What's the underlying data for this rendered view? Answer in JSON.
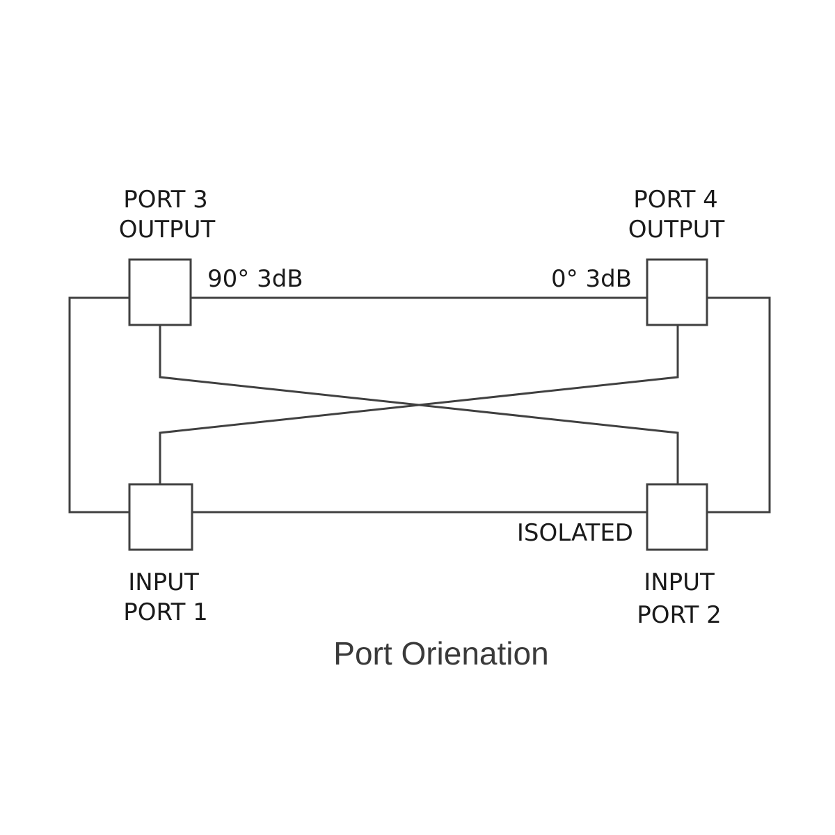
{
  "diagram": {
    "port3": {
      "line1": "PORT 3",
      "line2": "OUTPUT",
      "phase_label": "90° 3dB"
    },
    "port4": {
      "line1": "PORT 4",
      "line2": "OUTPUT",
      "phase_label": "0° 3dB"
    },
    "port1": {
      "line1": "INPUT",
      "line2": "PORT 1"
    },
    "port2": {
      "line1": "INPUT",
      "line2": "PORT 2",
      "status_label": "ISOLATED"
    },
    "caption": "Port Orienation"
  },
  "colors": {
    "line": "#404040",
    "text": "#1a1a1a",
    "caption": "#3a3a3a",
    "background": "#ffffff"
  }
}
